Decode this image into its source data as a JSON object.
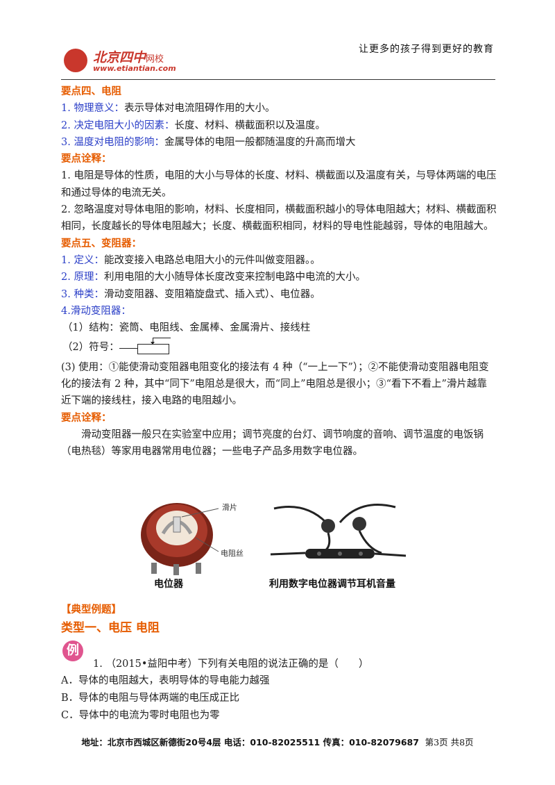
{
  "header": {
    "slogan": "让更多的孩子得到更好的教育",
    "logo_name": "北京四中",
    "logo_suffix": "网校",
    "logo_url": "www.etiantian.com"
  },
  "sections": {
    "p4_title": "要点四、电阻",
    "p4_item1_label": "1. 物理意义：",
    "p4_item1_text": "表示导体对电流阻碍作用的大小。",
    "p4_item2_label": "2. 决定电阻大小的因素：",
    "p4_item2_text": "长度、材料、横截面积以及温度。",
    "p4_item3_label": "3. 温度对电阻的影响：",
    "p4_item3_text": "金属导体的电阻一般都随温度的升高而增大",
    "note1_title": "要点诠释：",
    "note1_p1": "1. 电阻是导体的性质，电阻的大小与导体的长度、材料、横截面以及温度有关，与导体两端的电压和通过导体的电流无关。",
    "note1_p2": "2. 忽略温度对导体电阻的影响，材料、长度相同，横截面积越小的导体电阻越大；材料、横截面积相同，长度越长的导体电阻越大；长度、横截面积相同，材料的导电性能越弱，导体的电阻越大。",
    "p5_title": "要点五、变阻器：",
    "p5_item1_label": "1. 定义：",
    "p5_item1_text": "能改变接入电路总电阻大小的元件叫做变阻器。。",
    "p5_item2_label": "2. 原理：",
    "p5_item2_text": "利用电阻的大小随导体长度改变来控制电路中电流的大小。",
    "p5_item3_label": "3. 种类：",
    "p5_item3_text": "滑动变阻器、变阻箱旋盘式、插入式）、电位器。",
    "p5_item4_label": "4.滑动变阻器：",
    "p5_sub1": "（1）结构：瓷筒、电阻线、金属棒、金属滑片、接线柱",
    "p5_sub2": "（2）符号：",
    "p5_sub3": "(3) 使用：①能使滑动变阻器电阻变化的接法有 4 种（“一上一下”）；②不能使滑动变阻器电阻变化的接法有 2 种，其中“同下”电阻总是很大，而“同上”电阻总是很小；③“看下不看上”滑片越靠近下端的接线柱，接入电路的电阻越小。",
    "note2_title": "要点诠释：",
    "note2_p1": "滑动变阻器一般只在实验室中应用；调节亮度的台灯、调节响度的音响、调节温度的电饭锅（电热毯）等家用电器常用电位器；一些电子产品多用数字电位器。"
  },
  "figure": {
    "label_slider": "滑片",
    "label_wire": "电阻丝",
    "caption_left": "电位器",
    "caption_right": "利用数字电位器调节耳机音量"
  },
  "examples": {
    "heading": "【典型例题】",
    "type1": "类型一、电压  电阻",
    "badge": "例",
    "question": "1. （2015•益阳中考）下列有关电阻的说法正确的是（　　）",
    "option_a": "A．导体的电阻越大，表明导体的导电能力越强",
    "option_b": "B．导体的电阻与导体两端的电压成正比",
    "option_c": "C．导体中的电流为零时电阻也为零"
  },
  "footer": {
    "address": "地址：北京市西城区新德街20号4层  电话：010-82025511  传真：010-82079687",
    "page": "第3页  共8页"
  }
}
